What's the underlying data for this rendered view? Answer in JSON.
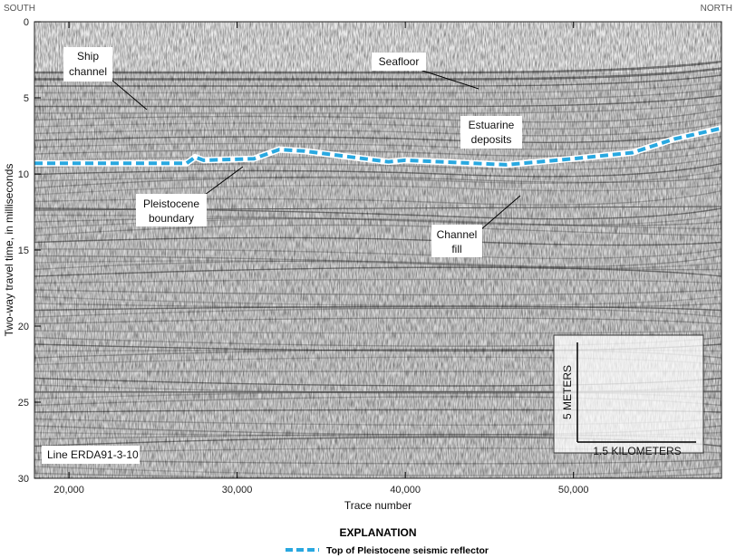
{
  "directions": {
    "left": "SOUTH",
    "right": "NORTH"
  },
  "axes": {
    "ylabel": "Two-way travel time, in milliseconds",
    "xlabel": "Trace number",
    "yticks": [
      0,
      5,
      10,
      15,
      20,
      25,
      30
    ],
    "xticks": [
      "20,000",
      "30,000",
      "40,000",
      "50,000"
    ],
    "xtick_values": [
      20000,
      30000,
      40000,
      50000
    ],
    "xlim": [
      17950,
      58800
    ],
    "ylim": [
      0,
      30
    ]
  },
  "annotations": {
    "ship_channel": [
      "Ship",
      "channel"
    ],
    "seafloor": "Seafloor",
    "estuarine": [
      "Estuarine",
      "deposits"
    ],
    "pleistocene": [
      "Pleistocene",
      "boundary"
    ],
    "channel_fill": [
      "Channel",
      "fill"
    ],
    "line_id": "Line ERDA91-3-10"
  },
  "scale_bar": {
    "vertical": "5 METERS",
    "horizontal": "1.5 KILOMETERS"
  },
  "explanation": {
    "title": "EXPLANATION",
    "items": [
      {
        "label": "Top of Pleistocene seismic reflector",
        "color": "#29a8e0"
      }
    ]
  },
  "reflector_points": [
    [
      17950,
      9.3
    ],
    [
      27000,
      9.3
    ],
    [
      27500,
      8.9
    ],
    [
      28000,
      9.1
    ],
    [
      31000,
      9.0
    ],
    [
      32500,
      8.4
    ],
    [
      34000,
      8.5
    ],
    [
      39000,
      9.2
    ],
    [
      40000,
      9.1
    ],
    [
      46000,
      9.4
    ],
    [
      50000,
      9.0
    ],
    [
      53500,
      8.6
    ],
    [
      56000,
      7.7
    ],
    [
      58800,
      7.0
    ]
  ]
}
